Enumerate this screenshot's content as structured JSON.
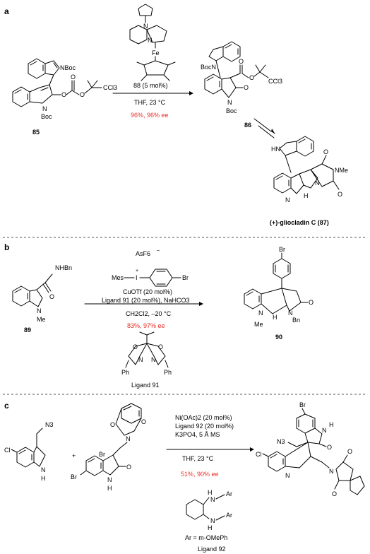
{
  "panels": {
    "a": {
      "label": "a",
      "catalyst": "88 (5 mol%)",
      "conditions": "THF, 23 °C",
      "yield_ee": "96%, 96% ee",
      "start": {
        "id": "85",
        "groups": [
          "NBoc",
          "O",
          "O",
          "O",
          "CCl3",
          "N",
          "Boc"
        ]
      },
      "product": {
        "id": "86",
        "groups": [
          "BocN",
          "O",
          "O",
          "CCl3",
          "O",
          "N",
          "Boc"
        ]
      },
      "final": {
        "name": "(+)-gliocladin C (87)",
        "groups": [
          "HN",
          "O",
          "NMe",
          "N",
          "O",
          "N",
          "H",
          "H"
        ]
      },
      "catalyst_atoms": [
        "N",
        "N",
        "Fe"
      ]
    },
    "b": {
      "label": "b",
      "reagent": {
        "counterion": "AsF6",
        "charge": "–",
        "mes": "Mes",
        "iodine": "I",
        "plus": "+",
        "br": "Br"
      },
      "conditions": [
        "CuOTf (20 mol%)",
        "Ligand 91 (20 mol%), NaHCO3",
        "CH2Cl2, –20 °C"
      ],
      "yield_ee": "83%, 97% ee",
      "ligand": {
        "name": "Ligand 91",
        "atoms": [
          "O",
          "O",
          "N",
          "N",
          "Ph",
          "Ph"
        ]
      },
      "start": {
        "id": "89",
        "groups": [
          "NHBn",
          "O",
          "N",
          "Me"
        ]
      },
      "product": {
        "id": "90",
        "groups": [
          "Br",
          "O",
          "N",
          "Bn",
          "N",
          "Me",
          "H"
        ]
      }
    },
    "c": {
      "label": "c",
      "plus_sign": "+",
      "conditions": [
        "Ni(OAc)2 (20 mol%)",
        "Ligand 92 (20 mol%)",
        "K3PO4, 5 Å MS",
        "THF, 23 °C"
      ],
      "yield_ee": "51%, 90% ee",
      "ligand": {
        "name": "Ligand 92",
        "atoms": [
          "H",
          "N",
          "Ar",
          "N",
          "H",
          "Ar"
        ],
        "ar_def": "Ar = m-OMePh"
      },
      "start1": {
        "groups": [
          "N3",
          "Cl",
          "N",
          "H"
        ]
      },
      "start2": {
        "groups": [
          "O",
          "O",
          "N",
          "Br",
          "Br",
          "O",
          "N",
          "H"
        ]
      },
      "product": {
        "groups": [
          "Br",
          "N3",
          "N",
          "H",
          "O",
          "Cl",
          "N",
          "O",
          "N",
          "O"
        ]
      }
    }
  },
  "colors": {
    "accent_red": "#e8312a",
    "bond": "#000000",
    "divider": "#555555"
  }
}
